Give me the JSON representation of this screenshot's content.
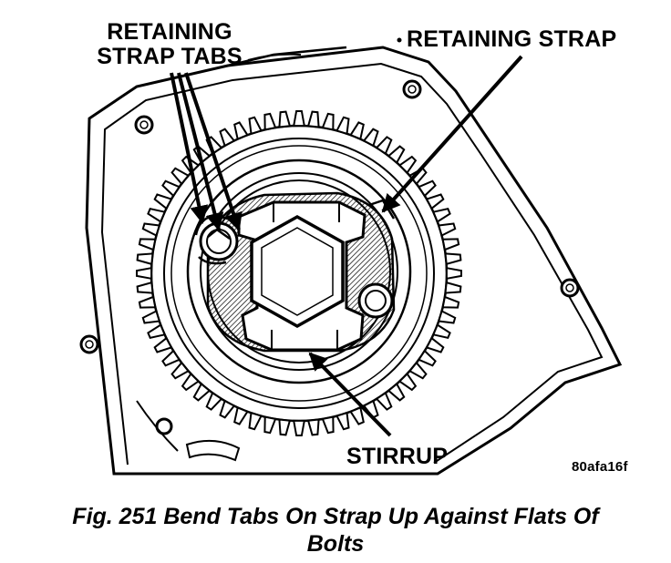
{
  "labels": {
    "retaining_strap_tabs": [
      "RETAINING",
      "STRAP TABS"
    ],
    "retaining_strap": "RETAINING STRAP",
    "stirrup": "STIRRUP",
    "figure_code": "80afa16f"
  },
  "caption": {
    "line1": "Fig. 251 Bend Tabs On Strap Up Against Flats Of",
    "line2": "Bolts"
  },
  "ring_gear_teeth": 64
}
